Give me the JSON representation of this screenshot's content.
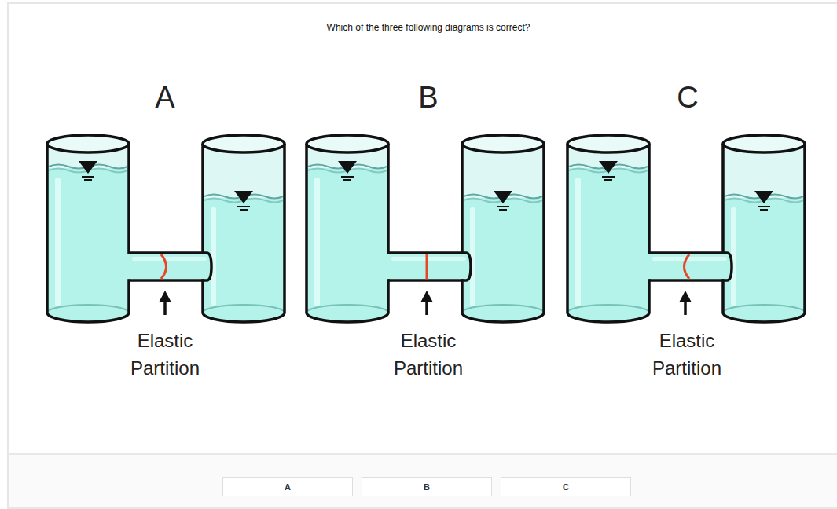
{
  "diagram": {
    "title": "Which of the three following diagrams is correct?",
    "nodes": [
      {
        "text": [
          "A"
        ]
      },
      {
        "text": [
          "B"
        ]
      },
      {
        "text": [
          "C"
        ]
      }
    ],
    "labels": [
      "A",
      "B",
      "C",
      "Elastic Partition",
      "Elastic Partition",
      "Elastic Partition"
    ]
  }
}
